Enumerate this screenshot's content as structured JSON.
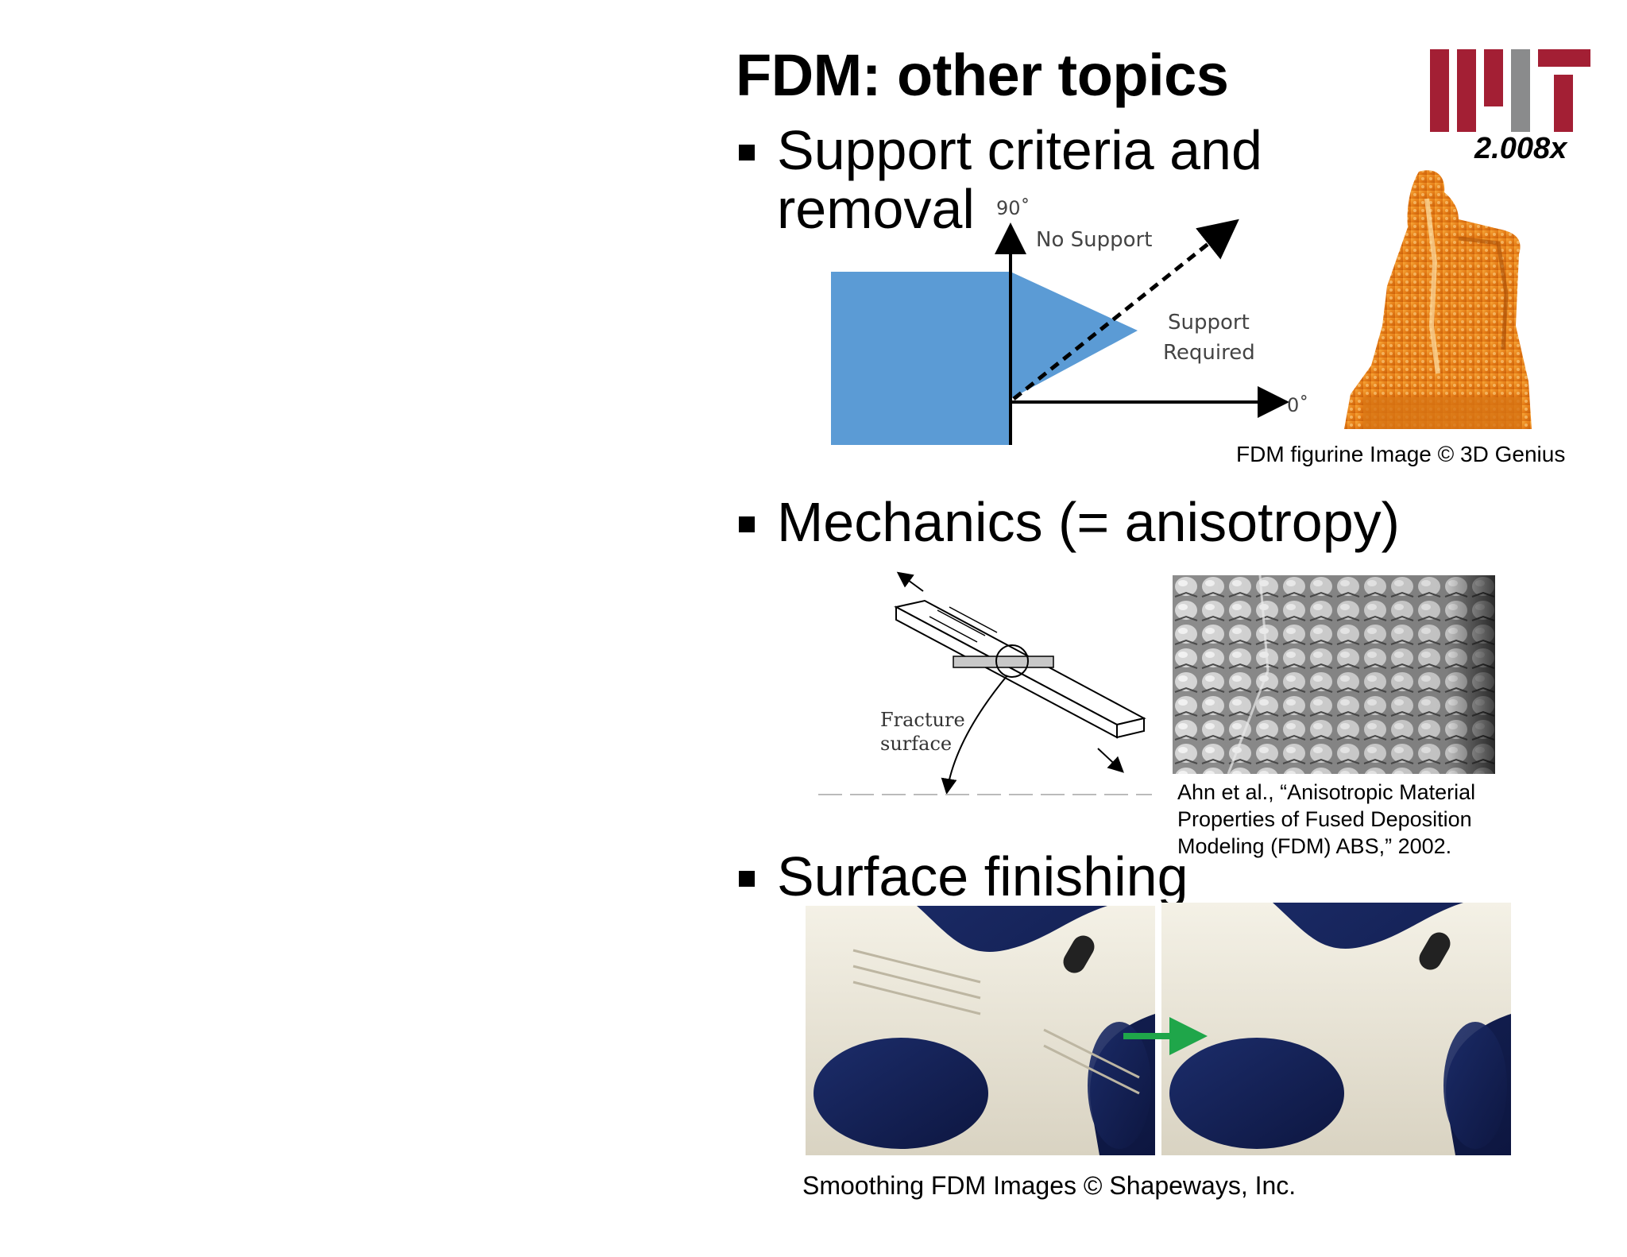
{
  "slide": {
    "title": "FDM: other topics",
    "logo": {
      "course": "2.008x",
      "accent": "#a31f34",
      "gray": "#8a8b8c"
    },
    "bullets": [
      {
        "line1": "Support criteria and",
        "line2": "removal"
      },
      {
        "text": "Mechanics (= anisotropy)"
      },
      {
        "text": "Surface finishing"
      }
    ],
    "support_diagram": {
      "label_90": "90˚",
      "label_0": "0˚",
      "no_support": "No Support",
      "support_required_1": "Support",
      "support_required_2": "Required",
      "fill_color": "#5b9bd5"
    },
    "figurine_caption": "FDM figurine Image © 3D Genius",
    "fracture_diagram": {
      "label_1": "Fracture",
      "label_2": "surface"
    },
    "anisotropy_citation": {
      "line1": "Ahn et al., “Anisotropic Material",
      "line2": "Properties of Fused Deposition",
      "line3": "Modeling (FDM) ABS,” 2002."
    },
    "smoothing_caption": "Smoothing FDM Images © Shapeways, Inc.",
    "arrow_color": "#1fa64a"
  }
}
